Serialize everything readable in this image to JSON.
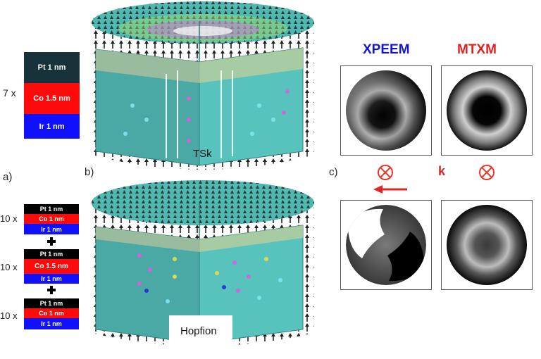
{
  "panel_a": {
    "letter": "a)",
    "stack_single": {
      "repeat": "7 x",
      "layers": [
        {
          "label": "Pt 1 nm",
          "color": "#17323a"
        },
        {
          "label": "Co 1.5 nm",
          "color": "#ff0a0a"
        },
        {
          "label": "Ir 1 nm",
          "color": "#1010ff"
        }
      ]
    },
    "stack_multi": [
      {
        "repeat": "10 x",
        "layers": [
          {
            "label": "Pt 1 nm",
            "color": "#000000"
          },
          {
            "label": "Co 1 nm",
            "color": "#ff0a0a"
          },
          {
            "label": "Ir 1 nm",
            "color": "#1010ff"
          }
        ]
      },
      {
        "repeat": "10 x",
        "layers": [
          {
            "label": "Pt 1 nm",
            "color": "#000000"
          },
          {
            "label": "Co 1.5 nm",
            "color": "#ff0a0a"
          },
          {
            "label": "Ir 1 nm",
            "color": "#1010ff"
          }
        ]
      },
      {
        "repeat": "10 x",
        "layers": [
          {
            "label": "Pt 1 nm",
            "color": "#000000"
          },
          {
            "label": "Co 1 nm",
            "color": "#ff0a0a"
          },
          {
            "label": "Ir 1 nm",
            "color": "#1010ff"
          }
        ]
      }
    ]
  },
  "panel_b": {
    "letter": "b)",
    "top_label": "TSk",
    "bottom_label": "Hopfion",
    "cylinder_color": "#4fb8b0"
  },
  "panel_c": {
    "letter": "c)",
    "col1_title": "XPEEM",
    "col1_color": "#1515d0",
    "col2_title": "MTXM",
    "col2_color": "#e02020",
    "k_label": "k",
    "accent": "#e32222"
  }
}
